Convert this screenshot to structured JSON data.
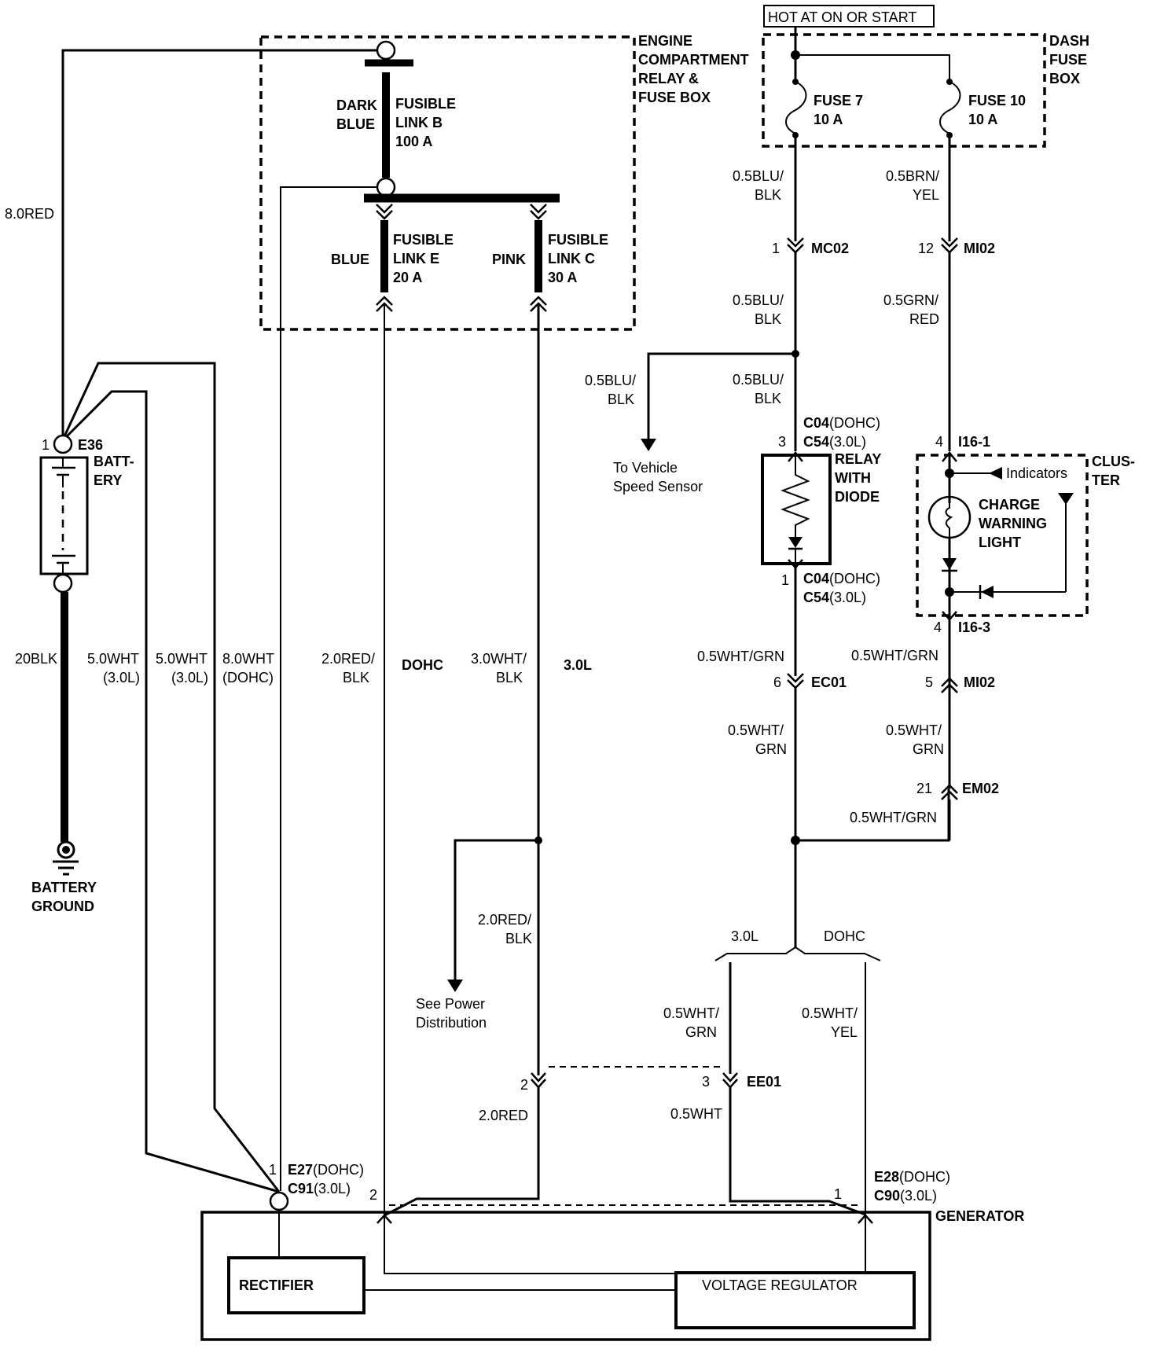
{
  "title": "Charging System Wiring Diagram",
  "hot_label": "HOT AT ON OR START",
  "modules": {
    "engine_fuse_box": [
      "ENGINE",
      "COMPARTMENT",
      "RELAY &",
      "FUSE BOX"
    ],
    "dash_fuse_box": [
      "DASH",
      "FUSE",
      "BOX"
    ],
    "cluster": [
      "CLUS-",
      "TER"
    ],
    "generator": "GENERATOR",
    "rectifier": "RECTIFIER",
    "voltage_regulator": "VOLTAGE REGULATOR",
    "battery": [
      "BATT-",
      "ERY"
    ],
    "battery_ground": [
      "BATTERY",
      "GROUND"
    ],
    "relay": [
      "RELAY",
      "WITH",
      "DIODE"
    ],
    "charge_light": [
      "CHARGE",
      "WARNING",
      "LIGHT"
    ],
    "indicators": "Indicators"
  },
  "fusible_links": [
    {
      "name": [
        "FUSIBLE",
        "LINK B",
        "100 A"
      ],
      "color": [
        "DARK",
        "BLUE"
      ]
    },
    {
      "name": [
        "FUSIBLE",
        "LINK E",
        "20 A"
      ],
      "color": [
        "BLUE"
      ]
    },
    {
      "name": [
        "FUSIBLE",
        "LINK C",
        "30 A"
      ],
      "color": [
        "PINK"
      ]
    }
  ],
  "fuses": [
    {
      "name": "FUSE 7",
      "rating": "10 A"
    },
    {
      "name": "FUSE 10",
      "rating": "10 A"
    }
  ],
  "wires": {
    "red8": "8.0RED",
    "blk20": "20BLK",
    "wht5a": [
      "5.0WHT",
      "(3.0L)"
    ],
    "wht5b": [
      "5.0WHT",
      "(3.0L)"
    ],
    "wht8": [
      "8.0WHT",
      "(DOHC)"
    ],
    "redblk2": [
      "2.0RED/",
      "BLK"
    ],
    "dohc_label": "DOHC",
    "whtblk3": [
      "3.0WHT/",
      "BLK"
    ],
    "l30_label": "3.0L",
    "redblk2b": [
      "2.0RED/",
      "BLK"
    ],
    "red2": "2.0RED",
    "blublk_a": [
      "0.5BLU/",
      "BLK"
    ],
    "blublk_b": [
      "0.5BLU/",
      "BLK"
    ],
    "blublk_c": [
      "0.5BLU/",
      "BLK"
    ],
    "blublk_vss": [
      "0.5BLU/",
      "BLK"
    ],
    "brnyel": [
      "0.5BRN/",
      "YEL"
    ],
    "grnred": [
      "0.5GRN/",
      "RED"
    ],
    "whtgrn_1": "0.5WHT/GRN",
    "whtgrn_2": [
      "0.5WHT/",
      "GRN"
    ],
    "whtgrn_3": "0.5WHT/GRN",
    "whtgrn_4": [
      "0.5WHT/",
      "GRN"
    ],
    "whtgrn_5": "0.5WHT/GRN",
    "whtgrn_6": [
      "0.5WHT/",
      "GRN"
    ],
    "whtyel": [
      "0.5WHT/",
      "YEL"
    ],
    "wht05": "0.5WHT",
    "split_left": "3.0L",
    "split_right": "DOHC"
  },
  "connectors": {
    "e36": {
      "pin": "1",
      "id": "E36"
    },
    "mc02": {
      "pin": "1",
      "id": "MC02"
    },
    "mi02_top": {
      "pin": "12",
      "id": "MI02"
    },
    "relay_in": {
      "pin": "3",
      "id1": "C04",
      "id1_sfx": "(DOHC)",
      "id2": "C54",
      "id2_sfx": "(3.0L)"
    },
    "relay_out": {
      "pin": "1",
      "id1": "C04",
      "id1_sfx": "(DOHC)",
      "id2": "C54",
      "id2_sfx": "(3.0L)"
    },
    "i16_1": {
      "pin": "4",
      "id": "I16-1"
    },
    "i16_3": {
      "pin": "4",
      "id": "I16-3"
    },
    "ec01": {
      "pin": "6",
      "id": "EC01"
    },
    "mi02_bot": {
      "pin": "5",
      "id": "MI02"
    },
    "em02": {
      "pin": "21",
      "id": "EM02"
    },
    "ee01_a": {
      "pin": "2"
    },
    "ee01_b": {
      "pin": "3",
      "id": "EE01"
    },
    "gen_b": {
      "pin": "1",
      "id1": "E27",
      "id1_sfx": "(DOHC)",
      "id2": "C91",
      "id2_sfx": "(3.0L)"
    },
    "gen_2": {
      "pin": "2"
    },
    "gen_l": {
      "pin": "1",
      "id1": "E28",
      "id1_sfx": "(DOHC)",
      "id2": "C90",
      "id2_sfx": "(3.0L)"
    }
  },
  "references": {
    "vss": [
      "To Vehicle",
      "Speed Sensor"
    ],
    "power": [
      "See Power",
      "Distribution"
    ]
  }
}
